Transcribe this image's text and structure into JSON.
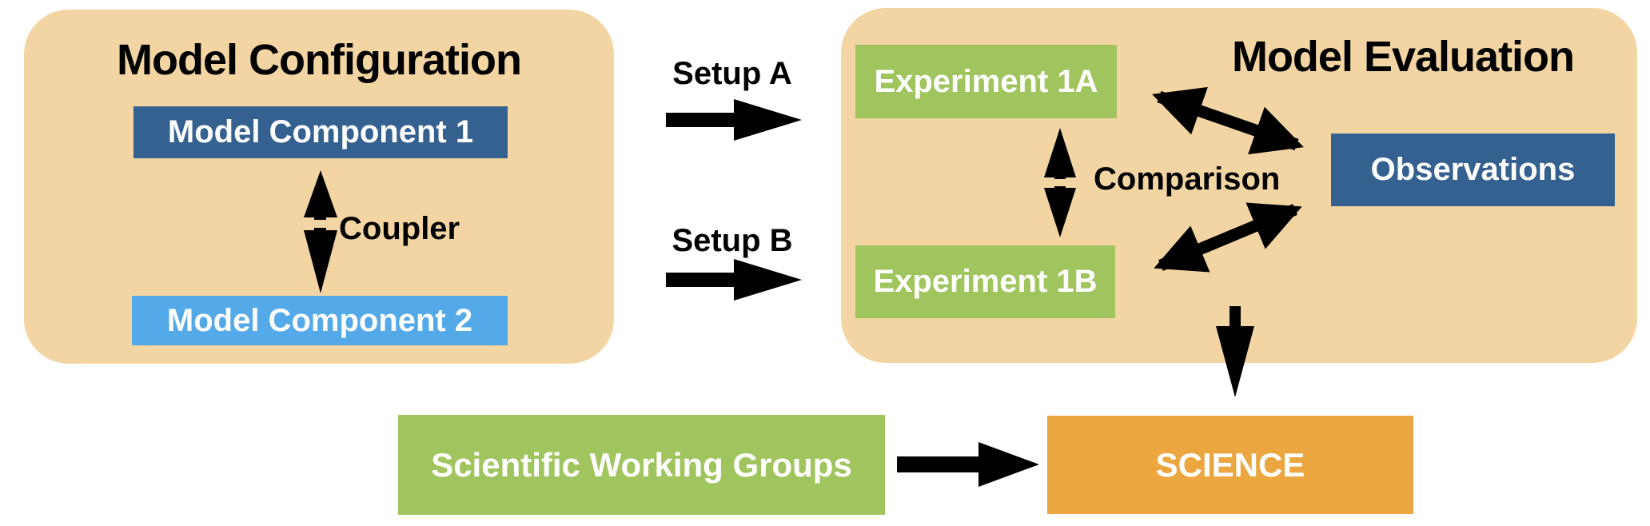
{
  "diagram": {
    "background": "#ffffff",
    "arrow_color": "#000000",
    "panels": {
      "model_configuration": {
        "title": "Model Configuration",
        "background": "#f2d5a2",
        "coupler_label": "Coupler",
        "boxes": {
          "component1": {
            "label": "Model Component 1",
            "background": "#34618f",
            "text_color": "#ffffff"
          },
          "component2": {
            "label": "Model Component 2",
            "background": "#54a9e8",
            "text_color": "#ffffff"
          }
        }
      },
      "model_evaluation": {
        "title": "Model Evaluation",
        "background": "#f2d5a2",
        "comparison_label": "Comparison",
        "boxes": {
          "experiment_1a": {
            "label": "Experiment 1A",
            "background": "#a1c55e",
            "text_color": "#ffffff"
          },
          "experiment_1b": {
            "label": "Experiment 1B",
            "background": "#a1c55e",
            "text_color": "#ffffff"
          },
          "observations": {
            "label": "Observations",
            "background": "#34618f",
            "text_color": "#ffffff"
          }
        }
      }
    },
    "flow_labels": {
      "setup_a": "Setup A",
      "setup_b": "Setup B"
    },
    "bottom_row": {
      "working_groups": {
        "label": "Scientific Working Groups",
        "background": "#a1c55e",
        "text_color": "#ffffff"
      },
      "science": {
        "label": "SCIENCE",
        "background": "#eca63f",
        "text_color": "#ffffff"
      }
    },
    "arrows": [
      {
        "name": "setup-a-arrow",
        "type": "right-arrow"
      },
      {
        "name": "setup-b-arrow",
        "type": "right-arrow"
      },
      {
        "name": "coupler-arrow",
        "type": "double-headed-vertical"
      },
      {
        "name": "comparison-arrow",
        "type": "double-headed-vertical"
      },
      {
        "name": "exp1a-observations-arrow",
        "type": "double-headed-diagonal"
      },
      {
        "name": "exp1b-observations-arrow",
        "type": "double-headed-diagonal"
      },
      {
        "name": "evaluation-to-science-arrow",
        "type": "down-arrow"
      },
      {
        "name": "groups-to-science-arrow",
        "type": "right-arrow"
      }
    ]
  }
}
